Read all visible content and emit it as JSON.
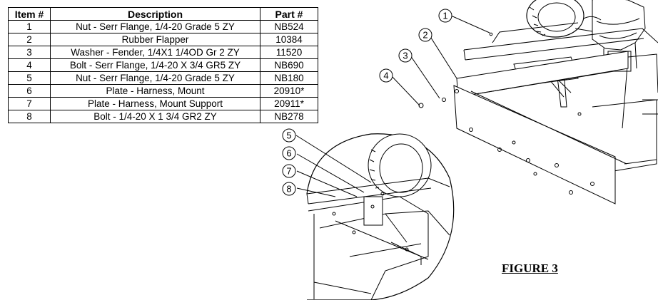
{
  "table": {
    "headers": [
      "Item #",
      "Description",
      "Part #"
    ],
    "rows": [
      {
        "item": "1",
        "description": "Nut - Serr Flange, 1/4-20 Grade 5 ZY",
        "part": "NB524"
      },
      {
        "item": "2",
        "description": "Rubber Flapper",
        "part": "10384"
      },
      {
        "item": "3",
        "description": "Washer - Fender, 1/4X1 1/4OD Gr 2 ZY",
        "part": "11520"
      },
      {
        "item": "4",
        "description": "Bolt - Serr Flange, 1/4-20 X 3/4 GR5 ZY",
        "part": "NB690"
      },
      {
        "item": "5",
        "description": "Nut - Serr Flange, 1/4-20 Grade 5 ZY",
        "part": "NB180"
      },
      {
        "item": "6",
        "description": "Plate - Harness, Mount",
        "part": "20910*"
      },
      {
        "item": "7",
        "description": "Plate - Harness, Mount Support",
        "part": "20911*"
      },
      {
        "item": "8",
        "description": "Bolt - 1/4-20 X 1 3/4 GR2 ZY",
        "part": "NB278"
      }
    ]
  },
  "callouts": {
    "c1": "1",
    "c2": "2",
    "c3": "3",
    "c4": "4",
    "c5": "5",
    "c6": "6",
    "c7": "7",
    "c8": "8"
  },
  "figure_caption": "FIGURE 3"
}
